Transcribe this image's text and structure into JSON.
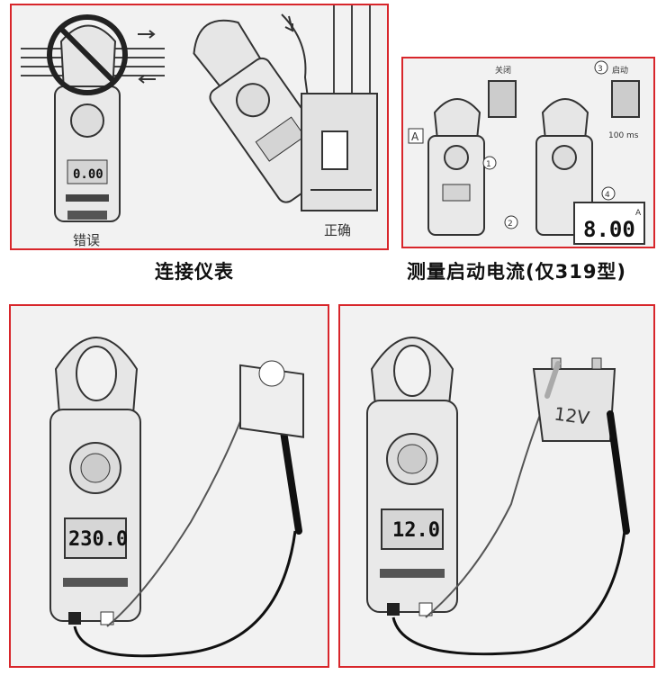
{
  "panel_connect": {
    "wrong_label": "错误",
    "correct_label": "正确",
    "reading": "0.00",
    "caption": "连接仪表"
  },
  "panel_inrush": {
    "marker_a": "A",
    "step_1": "1",
    "step_2": "2",
    "step_3": "3",
    "step_4": "4",
    "motor_off_label": "关闭",
    "motor_on_label": "启动",
    "timing_label": "100 ms",
    "reading": "8.00",
    "unit": "A",
    "caption": "测量启动电流(仅319型)"
  },
  "panel_ac": {
    "reading": "230.0"
  },
  "panel_dc": {
    "reading": "12.0",
    "battery_label": "12V"
  },
  "colors": {
    "border": "#d8262b",
    "panel_bg": "#f2f2f2",
    "line": "#333333"
  }
}
